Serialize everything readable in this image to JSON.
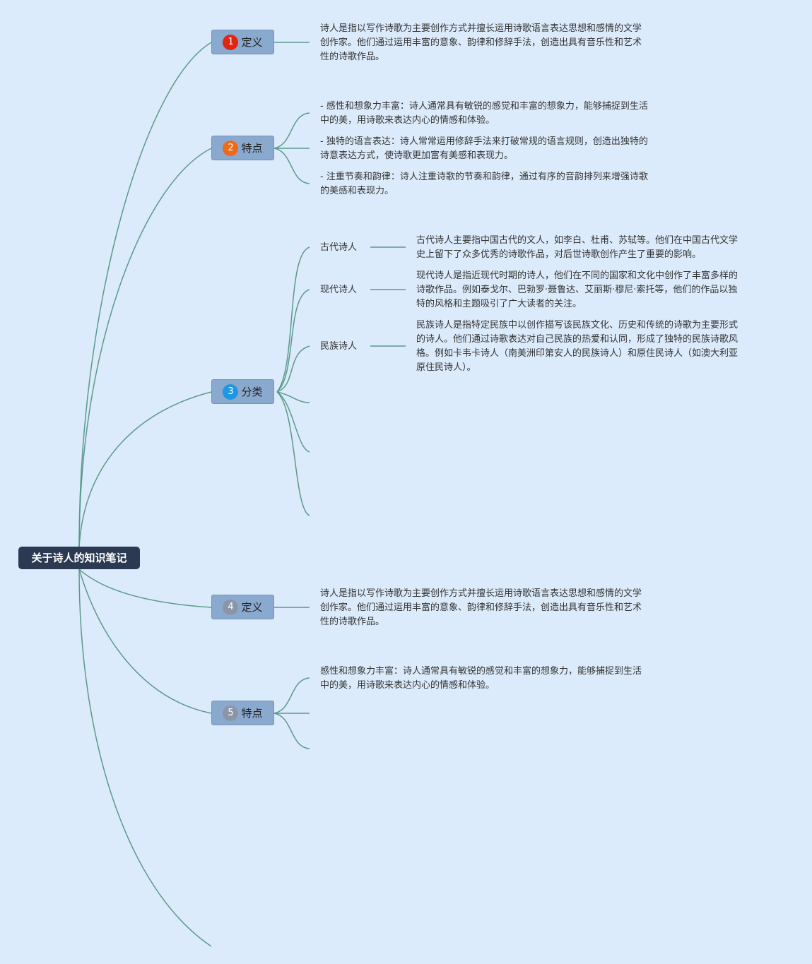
{
  "root": {
    "title": "关于诗人的知识笔记"
  },
  "topics": [
    {
      "num": "1",
      "label": "定义",
      "color": "#e02515"
    },
    {
      "num": "2",
      "label": "特点",
      "color": "#ee6a1b"
    },
    {
      "num": "3",
      "label": "分类",
      "color": "#1f97de"
    },
    {
      "num": "4",
      "label": "定义",
      "color": "#8a96a6"
    },
    {
      "num": "5",
      "label": "特点",
      "color": "#8a96a6"
    }
  ],
  "definition1": [
    "诗人是指以写作诗歌为主要创作方式并擅长运用诗歌语言表达思想和感情的文学",
    "创作家。他们通过运用丰富的意象、韵律和修辞手法，创造出具有音乐性和艺术",
    "性的诗歌作品。"
  ],
  "features": [
    [
      "- 感性和想象力丰富：诗人通常具有敏锐的感觉和丰富的想象力，能够捕捉到生活",
      "中的美，用诗歌来表达内心的情感和体验。"
    ],
    [
      "- 独特的语言表达：诗人常常运用修辞手法来打破常规的语言规则，创造出独特的",
      "诗意表达方式，使诗歌更加富有美感和表现力。"
    ],
    [
      "- 注重节奏和韵律：诗人注重诗歌的节奏和韵律，通过有序的音韵排列来增强诗歌",
      "的美感和表现力。"
    ]
  ],
  "categories": [
    {
      "name": "古代诗人",
      "desc": [
        "古代诗人主要指中国古代的文人，如李白、杜甫、苏轼等。他们在中国古代文学",
        "史上留下了众多优秀的诗歌作品，对后世诗歌创作产生了重要的影响。"
      ]
    },
    {
      "name": "现代诗人",
      "desc": [
        "现代诗人是指近现代时期的诗人，他们在不同的国家和文化中创作了丰富多样的",
        "诗歌作品。例如泰戈尔、巴勃罗·聂鲁达、艾丽斯·穆尼·索托等，他们的作品以独",
        "特的风格和主题吸引了广大读者的关注。"
      ]
    },
    {
      "name": "民族诗人",
      "desc": [
        "民族诗人是指特定民族中以创作描写该民族文化、历史和传统的诗歌为主要形式",
        "的诗人。他们通过诗歌表达对自己民族的热爱和认同，形成了独特的民族诗歌风",
        "格。例如卡韦卡诗人（南美洲印第安人的民族诗人）和原住民诗人（如澳大利亚",
        "原住民诗人）。"
      ]
    }
  ],
  "definition2": [
    "诗人是指以写作诗歌为主要创作方式并擅长运用诗歌语言表达思想和感情的文学",
    "创作家。他们通过运用丰富的意象、韵律和修辞手法，创造出具有音乐性和艺术",
    "性的诗歌作品。"
  ],
  "features2": [
    "感性和想象力丰富：诗人通常具有敏锐的感觉和丰富的想象力，能够捕捉到生活",
    "中的美，用诗歌来表达内心的情感和体验。"
  ],
  "colors": {
    "background": "#dcebfb",
    "line": "#5a9a8a",
    "root": "#2b3a52",
    "topic": "#8aa9cf"
  }
}
